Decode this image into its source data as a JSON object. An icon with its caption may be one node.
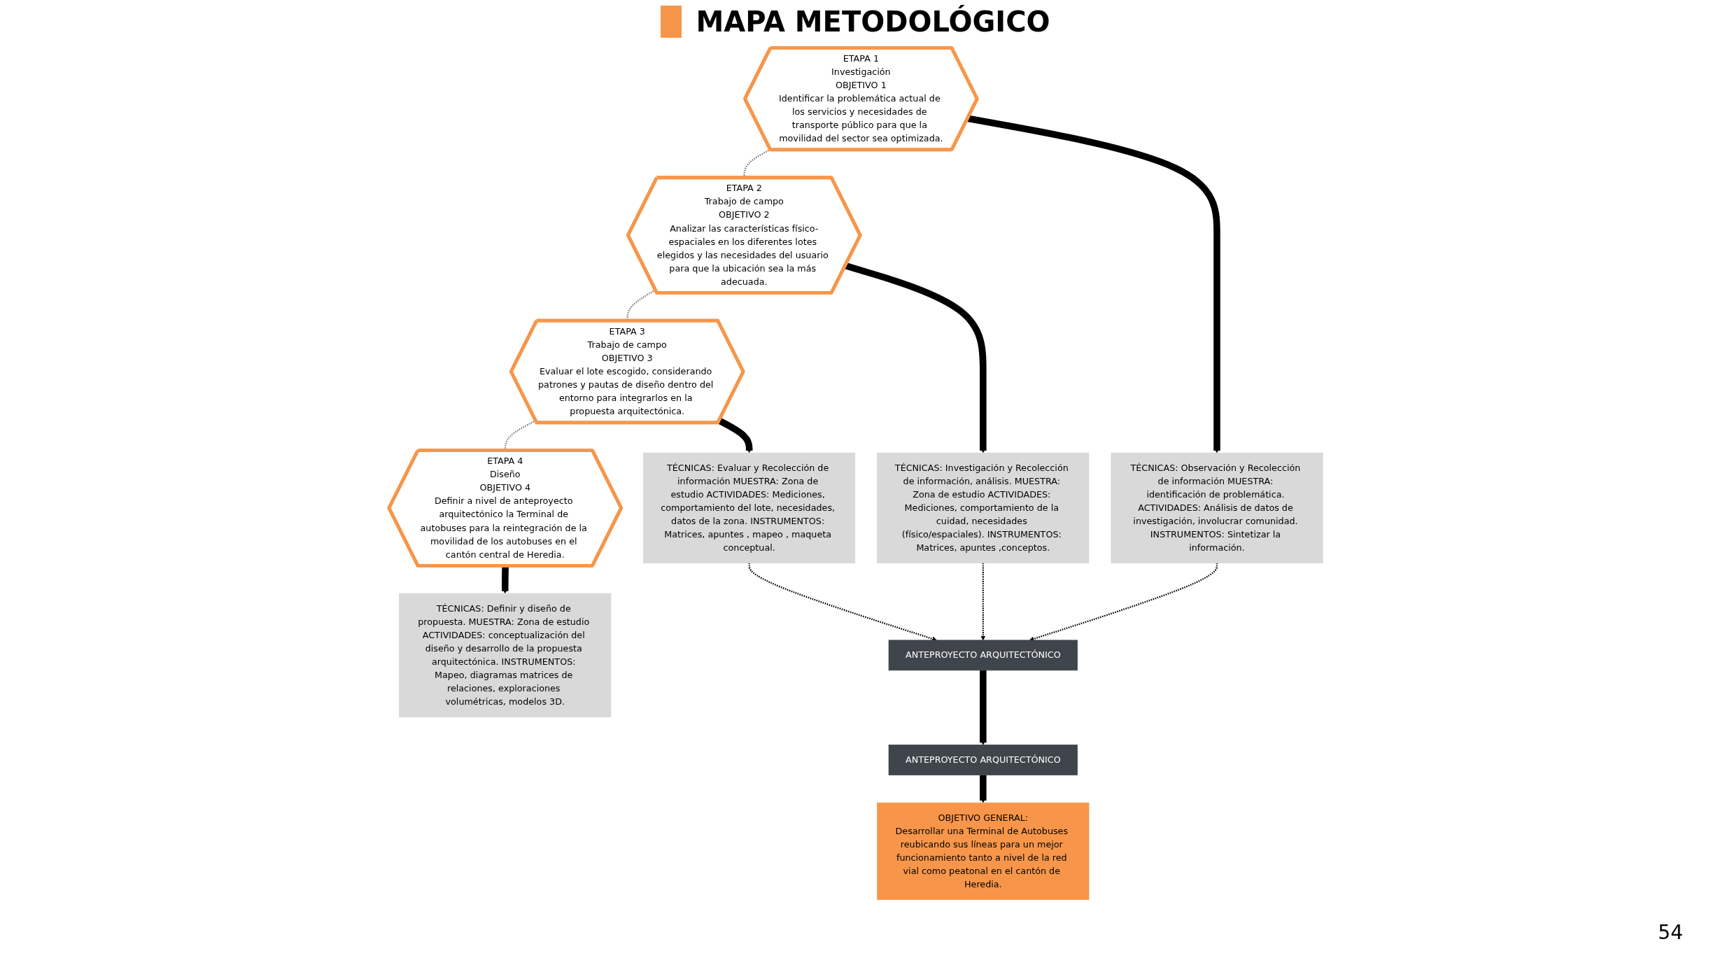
{
  "diagram": {
    "title": "MAPA METODOLÓGICO",
    "nodes": [
      {
        "text": [
          "ETAPA 1",
          "Investigación",
          "OBJETIVO 1",
          "Identificar la problemática actual de los servicios y necesidades de transporte público para que la movilidad del sector sea optimizada."
        ]
      },
      {
        "text": [
          "TÉCNICAS: Observación y Recolección de información MUESTRA: identificación de problemática. ACTIVIDADES: Análisis de datos de investigación, involucrar comunidad. INSTRUMENTOS: Sintetizar la información."
        ]
      },
      {
        "text": [
          "ETAPA 2",
          "Trabajo de campo",
          "OBJETIVO 2",
          "Analizar las características físico-espaciales en los diferentes lotes elegidos y las necesidades del usuario para que la ubicación sea la más adecuada."
        ]
      },
      {
        "text": [
          "TÉCNICAS: Investigación y Recolección de información, análisis. MUESTRA: Zona de estudio ACTIVIDADES: Mediciones, comportamiento de la cuidad, necesidades (físico/espaciales). INSTRUMENTOS: Matrices, apuntes ,conceptos."
        ]
      },
      {
        "text": [
          "ETAPA 3",
          "Trabajo de campo",
          "OBJETIVO 3",
          "Evaluar el lote escogido, considerando patrones y pautas de diseño dentro del entorno para integrarlos en la propuesta arquitectónica."
        ]
      },
      {
        "text": [
          "TÉCNICAS: Evaluar y Recolección de información MUESTRA: Zona de estudio ACTIVIDADES: Mediciones, comportamiento del lote, necesidades, datos de la zona. INSTRUMENTOS: Matrices, apuntes , mapeo , maqueta conceptual."
        ]
      },
      {
        "text": [
          "ETAPA 4",
          "Diseño",
          "OBJETIVO 4",
          "Definir a nivel de anteproyecto arquitectónico la Terminal de autobuses para la reintegración de la movilidad de los autobuses en el cantón central de Heredia."
        ]
      },
      {
        "text": [
          "TÉCNICAS: Definir y diseño de propuesta. MUESTRA: Zona de estudio ACTIVIDADES: conceptualización del diseño y desarrollo de la propuesta arquitectónica. INSTRUMENTOS: Mapeo, diagramas matrices de relaciones, exploraciones volumétricas, modelos 3D."
        ]
      },
      {
        "text": [
          "ANTEPROYECTO ARQUITECTÓNICO"
        ]
      },
      {
        "text": [
          "ANTEPROYECTO ARQUITECTÓNICO"
        ]
      },
      {
        "text": [
          "OBJETIVO GENERAL:",
          "Desarrollar una Terminal de Autobuses reubicando sus líneas para un mejor funcionamiento tanto a nivel de la red vial como peatonal en el cantón de Heredia."
        ]
      }
    ],
    "edges": [
      {
        "from": 0,
        "to": 2,
        "arrow": "none",
        "style": "dashed",
        "color": "#808080"
      },
      {
        "from": 2,
        "to": 4,
        "arrow": "none",
        "style": "dashed",
        "color": "#808080"
      },
      {
        "from": 4,
        "to": 6,
        "arrow": "none",
        "style": "dashed",
        "color": "#808080"
      },
      {
        "from": 0,
        "to": 1,
        "arrow": "to",
        "style": "thick"
      },
      {
        "from": 2,
        "to": 3,
        "arrow": "to",
        "style": "thick"
      },
      {
        "from": 4,
        "to": 5,
        "arrow": "to",
        "style": "thick"
      },
      {
        "from": 6,
        "to": 7,
        "arrow": "to",
        "style": "thick"
      },
      {
        "from": 1,
        "to": 8,
        "arrow": "to",
        "style": "dashed"
      },
      {
        "from": 3,
        "to": 8,
        "arrow": "to",
        "style": "dashed"
      },
      {
        "from": 5,
        "to": 8,
        "arrow": "to",
        "style": "dashed"
      },
      {
        "from": 8,
        "to": 9,
        "arrow": "to",
        "style": "thick"
      },
      {
        "from": 9,
        "to": 10,
        "arrow": "to",
        "style": "thick"
      }
    ],
    "labels": [
      "54"
    ]
  }
}
